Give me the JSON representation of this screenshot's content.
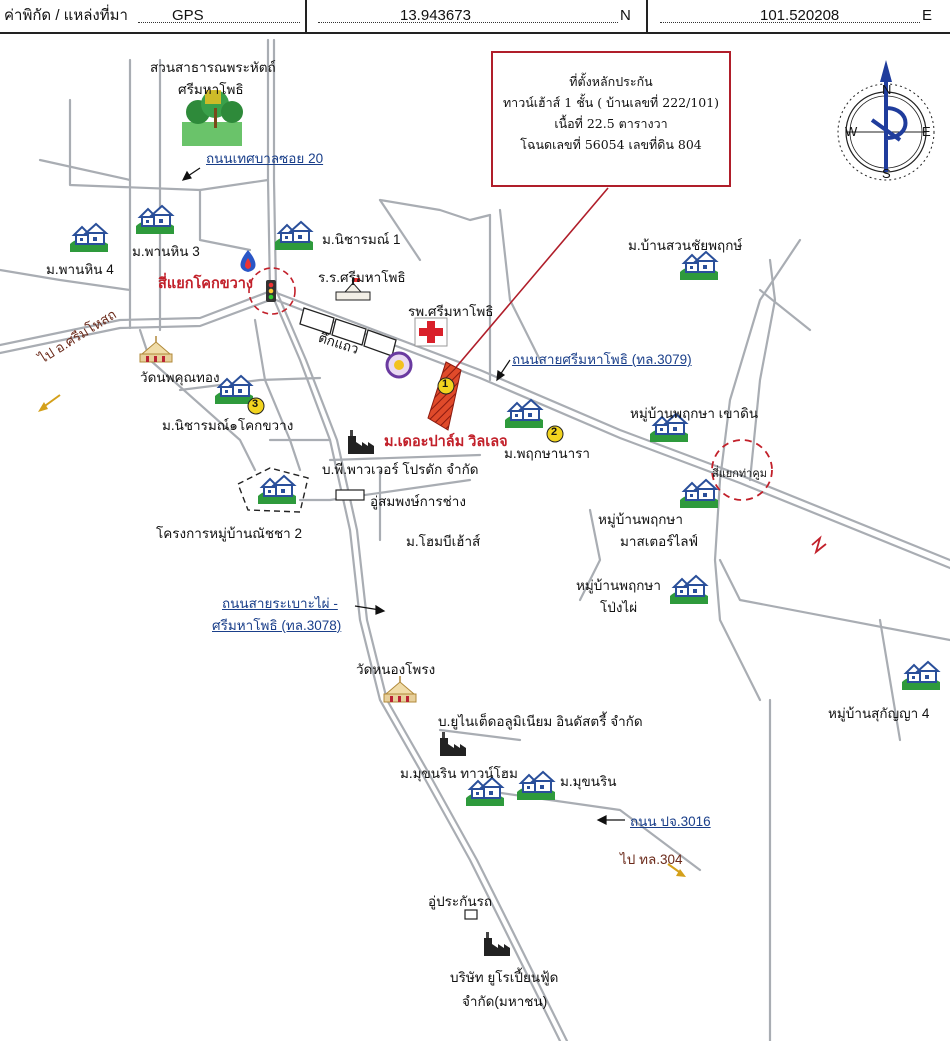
{
  "header": {
    "label": "ค่าพิกัด / แหล่งที่มา",
    "source": "GPS",
    "lat": "13.943673",
    "lat_suffix": "N",
    "lon": "101.520208",
    "lon_suffix": "E"
  },
  "callout": {
    "line1": "ที่ตั้งหลักประกัน",
    "line2": "ทาวน์เฮ้าส์ 1 ชั้น ( บ้านเลขที่ 222/101)",
    "line3": "เนื้อที่ 22.5 ตารางวา",
    "line4": "โฉนดเลขที่ 56054 เลขที่ดิน 804"
  },
  "compass": {
    "n": "N",
    "s": "S",
    "e": "E",
    "w": "W"
  },
  "markers": {
    "m1": "1",
    "m2": "2",
    "m3": "3"
  },
  "labels": {
    "park1": "สวนสาธารณพระหัตถ์",
    "park2": "ศรีมหาโพธิ",
    "road_soi20": "ถนนเทศบาลซอย 20",
    "panhin3": "ม.พานหิน 3",
    "panhin4": "ม.พานหิน 4",
    "nicharom1": "ม.นิชารมณ์ 1",
    "school": "ร.ร.ศรีมหาโพธิ",
    "junction_khok": "สี่แยกโคกขวาง",
    "hospital": "รพ.ศรีมหาโพธิ",
    "shophouse": "ตึกแถว",
    "road_3079": "ถนนสายศรีมหาโพธิ (ทล.3079)",
    "to_sriphosot": "ไป อ.ศรีมโหสถ",
    "wat_khunthong": "วัดนพคุณทอง",
    "nicharom_khok": "ม.นิชารมณ์๑โคกขวาง",
    "the_palm": "ม.เดอะปาล์ม วิลเลจ",
    "power_product": "บ.พี.พาวเวอร์ โปรดัก จำกัด",
    "phruksa_nara": "ม.พฤกษานารา",
    "suan_chai": "ม.บ้านสวนชัยพฤกษ์",
    "phruksa_khaodin": "หมู่บ้านพฤกษา เขาดิน",
    "junction_thakhum": "สี่แยกท่าคูม",
    "garage": "อู่สมพงษ์การช่าง",
    "nutcha2": "โครงการหมู่บ้านณัชชา 2",
    "home_b": "ม.โฮมบีเฮ้าส์",
    "phruksa_master1": "หมู่บ้านพฤกษา",
    "phruksa_master2": "มาสเตอร์ไลฟ์",
    "phruksa_pongphai1": "หมู่บ้านพฤกษา",
    "phruksa_pongphai2": "โป่งไผ่",
    "road_3078a": "ถนนสายระเบาะไผ่ -",
    "road_3078b": "ศรีมหาโพธิ (ทล.3078)",
    "wat_nongphong": "วัดหนองโพรง",
    "united_alu": "บ.ยูไนเต็ดอลูมิเนียม อินดัสตรี้ จำกัด",
    "mukhonrin_town": "ม.มุขนริน ทาวน์โฮม",
    "mukhonrin": "ม.มุขนริน",
    "sukanya4": "หมู่บ้านสุกัญญา 4",
    "road_3016": "ถนน ปจ.3016",
    "to_304": "ไป ทล.304",
    "car_insure": "อู่ประกันรถ",
    "euro_food1": "บริษัท ยูโรเปี้ยนฟู้ด",
    "euro_food2": "จำกัด(มหาชน)"
  },
  "colors": {
    "road": "#a9adb3",
    "accent_red": "#c2202a",
    "road_blue": "#1a3f8a",
    "house_green": "#2e9a3c",
    "house_blue": "#2a4f9a",
    "marker_yellow": "#f2d41f"
  }
}
